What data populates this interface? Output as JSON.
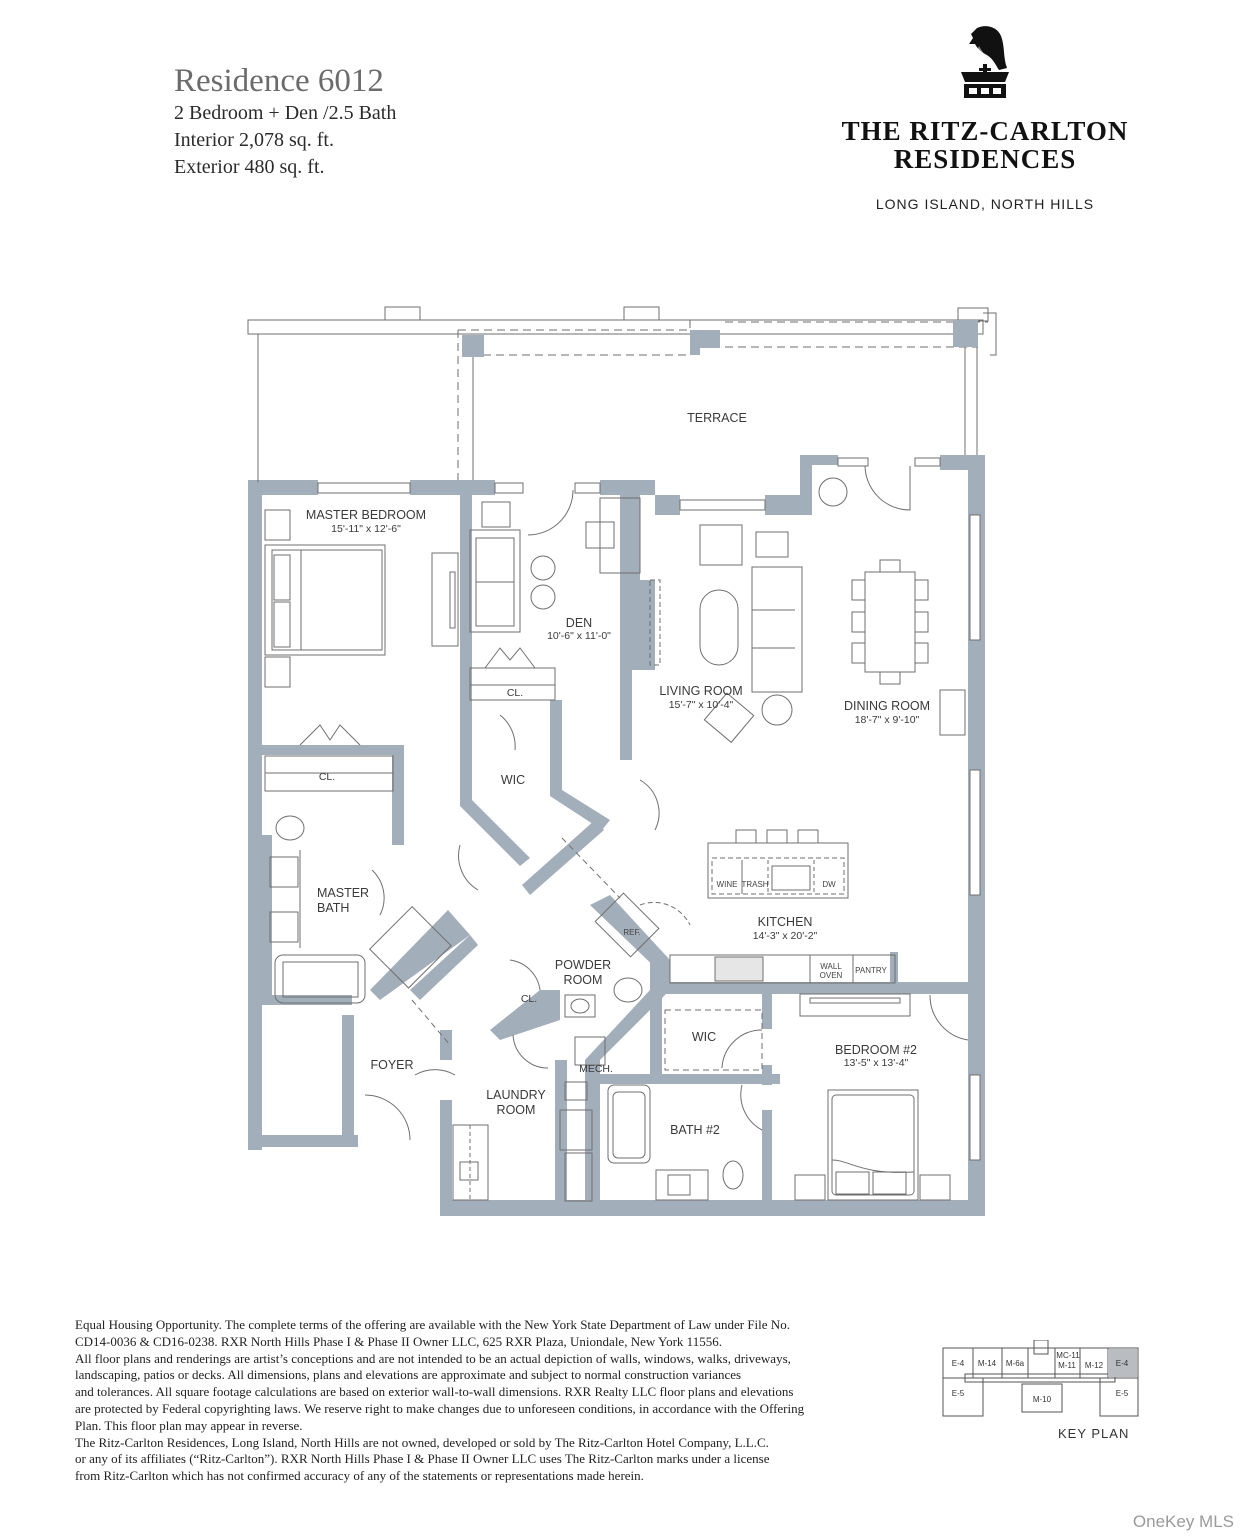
{
  "header": {
    "title": "Residence 6012",
    "layout": "2 Bedroom + Den /2.5 Bath",
    "interior": "Interior 2,078 sq. ft.",
    "exterior": "Exterior 480 sq. ft."
  },
  "brand": {
    "logo_icon": "lion-crown-icon",
    "name_line1": "THE RITZ-CARLTON",
    "name_line2": "RESIDENCES",
    "location": "LONG ISLAND, NORTH HILLS"
  },
  "colors": {
    "wall": "#a3aebb",
    "line": "#6f6f6f",
    "background": "#ffffff",
    "key_highlight": "#b9bcc0"
  },
  "rooms": {
    "terrace": {
      "label": "TERRACE"
    },
    "master_bedroom": {
      "label": "MASTER BEDROOM",
      "dims": "15'-11\" x 12'-6\""
    },
    "den": {
      "label": "DEN",
      "dims": "10'-6\" x 11'-0\""
    },
    "living_room": {
      "label": "LIVING ROOM",
      "dims": "15'-7\" x 10'-4\""
    },
    "dining_room": {
      "label": "DINING ROOM",
      "dims": "18'-7\" x 9'-10\""
    },
    "kitchen": {
      "label": "KITCHEN",
      "dims": "14'-3\" x 20'-2\""
    },
    "bedroom_2": {
      "label": "BEDROOM #2",
      "dims": "13'-5\" x 13'-4\""
    },
    "master_bath": {
      "label_line1": "MASTER",
      "label_line2": "BATH"
    },
    "powder_room": {
      "label_line1": "POWDER",
      "label_line2": "ROOM"
    },
    "foyer": {
      "label": "FOYER"
    },
    "laundry_room": {
      "label_line1": "LAUNDRY",
      "label_line2": "ROOM"
    },
    "bath_2": {
      "label": "BATH #2"
    },
    "wic_master": {
      "label": "WIC"
    },
    "wic_bedroom2": {
      "label": "WIC"
    },
    "mech": {
      "label": "MECH."
    },
    "closet_master": {
      "label": "CL."
    },
    "closet_den": {
      "label": "CL."
    },
    "closet_powder": {
      "label": "CL."
    }
  },
  "fixtures": {
    "wine": "WINE",
    "trash": "TRASH",
    "dw": "DW",
    "ref": "REF.",
    "wall_oven_1": "WALL",
    "wall_oven_2": "OVEN",
    "pantry": "PANTRY"
  },
  "disclaimer": {
    "lines": [
      "Equal Housing Opportunity. The complete terms of the offering are available with the New York State Department of Law under File No.",
      "CD14-0036 & CD16-0238. RXR North Hills Phase I & Phase II Owner LLC, 625 RXR Plaza, Uniondale, New York 11556.",
      "All floor plans and renderings are artist’s conceptions and are not intended to be an actual depiction of walls, windows, walks, driveways,",
      "landscaping, patios or decks. All dimensions, plans and elevations are approximate and subject to normal construction variances",
      "and tolerances. All square footage calculations are based on exterior wall-to-wall dimensions. RXR Realty LLC floor plans and elevations",
      "are protected by Federal copyrighting laws. We reserve right to make changes due to unforeseen conditions, in accordance with the Offering",
      "Plan. This floor plan may appear in reverse.",
      "The Ritz-Carlton Residences, Long Island, North Hills are not owned, developed or sold by The Ritz-Carlton Hotel Company, L.L.C.",
      "or any of its affiliates (“Ritz-Carlton”). RXR North Hills Phase I & Phase II Owner LLC uses The Ritz-Carlton marks under a license",
      "from Ritz-Carlton which has not confirmed accuracy of any of the statements or representations made herein."
    ]
  },
  "key_plan": {
    "label": "KEY PLAN",
    "units": [
      "E-4",
      "M-14",
      "M-6a",
      "MC-11",
      "M-11",
      "M-12",
      "E-4",
      "E-5",
      "M-10",
      "E-5"
    ],
    "highlighted": "E-4"
  },
  "watermark": "OneKey MLS"
}
